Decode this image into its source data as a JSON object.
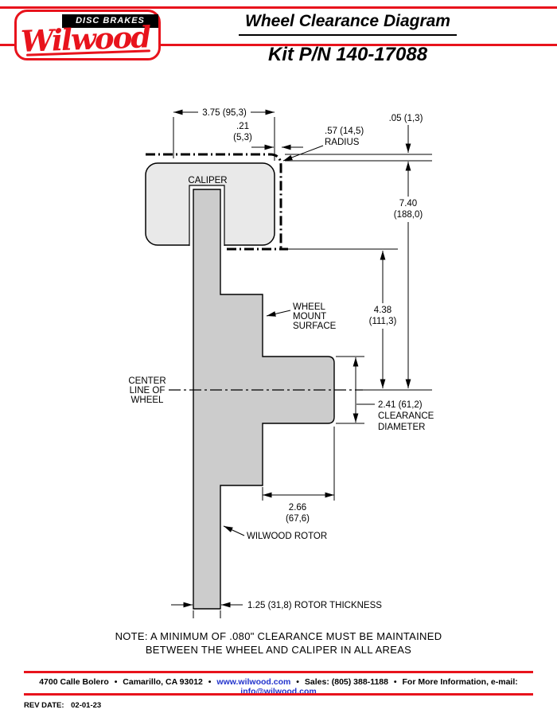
{
  "colors": {
    "accent": "#e8131c",
    "link": "#2233cc"
  },
  "header": {
    "logo": {
      "tagline": "DISC BRAKES",
      "script": "Wilwood"
    },
    "title": "Wheel Clearance Diagram",
    "kit": "Kit P/N 140-17088"
  },
  "diagram": {
    "caliper_label": "CALIPER",
    "wheel_mount": [
      "WHEEL",
      "MOUNT",
      "SURFACE"
    ],
    "center_line": [
      "CENTER",
      "LINE OF",
      "WHEEL"
    ],
    "rotor_label": "WILWOOD ROTOR",
    "dims": {
      "width_top": "3.75 (95,3)",
      "gap_val": ".21",
      "gap_mm": "(5,3)",
      "radius_val": ".57 (14,5)",
      "radius_word": "RADIUS",
      "clearance_top": ".05 (1,3)",
      "wheel_radius_val": "7.40",
      "wheel_radius_mm": "(188,0)",
      "mount_val": "4.38",
      "mount_mm": "(111,3)",
      "clearance_dia_val": "2.41 (61,2)",
      "clearance_dia_l2": "CLEARANCE",
      "clearance_dia_l3": "DIAMETER",
      "hat_val": "2.66",
      "hat_mm": "(67,6)",
      "rotor_thickness": "1.25 (31,8) ROTOR THICKNESS"
    }
  },
  "note": {
    "line1": "NOTE: A MINIMUM OF .080\" CLEARANCE MUST BE MAINTAINED",
    "line2": "BETWEEN THE WHEEL AND CALIPER IN ALL AREAS"
  },
  "footer": {
    "address": "4700 Calle Bolero",
    "city": "Camarillo, CA 93012",
    "site": "www.wilwood.com",
    "sales": "Sales: (805) 388-1188",
    "info_label": "For More Information, e-mail:",
    "email": "info@wilwood.com",
    "sep": "•",
    "rev_label": "REV DATE:",
    "rev_value": "02-01-23"
  }
}
